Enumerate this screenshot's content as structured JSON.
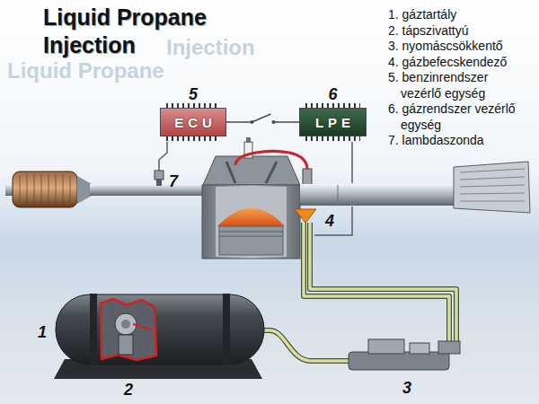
{
  "diagram": {
    "title": "Liquid Propane Injection",
    "nodes": [
      {
        "text": [
          "5",
          "ECU"
        ]
      },
      {
        "text": [
          "6",
          "LPE"
        ]
      }
    ],
    "edges": [
      {
        "from": 0,
        "to": 1,
        "arrow": "none"
      }
    ],
    "labels": [
      "Liquid Propane",
      "Injection",
      "1. gáztartály",
      "2. tápszivattyú",
      "3. nyomáscsökkentő",
      "4. gázbefecskendező",
      "5. benzinrendszer vezérlő egység",
      "6. gázrendszer vezérlő egység",
      "7. lambdaszonda",
      "7",
      "4",
      "1",
      "2",
      "3"
    ]
  }
}
